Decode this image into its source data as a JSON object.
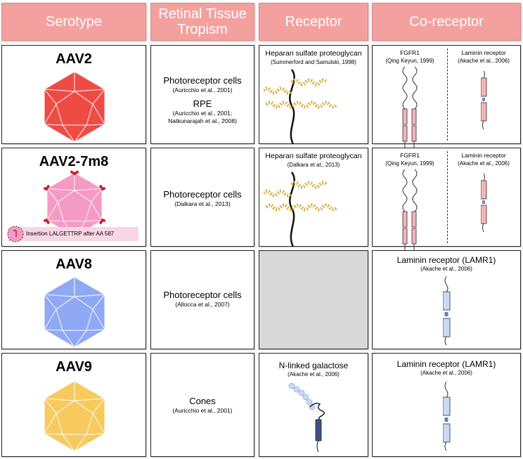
{
  "headers": {
    "serotype": "Serotype",
    "tropism": "Retinal Tissue Tropism",
    "receptor": "Receptor",
    "coreceptor": "Co-receptor"
  },
  "rows": [
    {
      "serotype": "AAV2",
      "color": "#ee4b45",
      "tropism": [
        {
          "text": "Photoreceptor cells",
          "cite": "(Auricchio et al., 2001)"
        },
        {
          "text": "RPE",
          "cite": "(Auricchio et al., 2001; Natkunarajah et al., 2008)"
        }
      ],
      "receptor": {
        "title": "Heparan sulfate proteoglycan",
        "cite": "(Summerford and Samulski, 1998)"
      },
      "coreceptor": [
        {
          "title": "FGFR1",
          "cite": "(Qing Keyun, 1999)"
        },
        {
          "title": "Laminin receptor",
          "cite": "(Akache et al., 2006)"
        }
      ]
    },
    {
      "serotype": "AAV2-7m8",
      "color": "#f49bc4",
      "insertion_note": "Insertion LALGETTRP after AA 587",
      "tropism": [
        {
          "text": "Photoreceptor cells",
          "cite": "(Dalkara et al., 2013)"
        }
      ],
      "receptor": {
        "title": "Heparan sulfate proteoglycan",
        "cite": "(Dalkara et al., 2013)"
      },
      "coreceptor": [
        {
          "title": "FGFR1",
          "cite": "(Qing Keyun, 1999)"
        },
        {
          "title": "Laminin receptor",
          "cite": "(Akache et al., 2006)"
        }
      ]
    },
    {
      "serotype": "AAV8",
      "color": "#8fa9f4",
      "tropism": [
        {
          "text": "Photoreceptor cells",
          "cite": "(Allocca et al., 2007)"
        }
      ],
      "coreceptor": [
        {
          "title": "Laminin receptor (LAMR1)",
          "cite": "(Akache et al., 2006)"
        }
      ]
    },
    {
      "serotype": "AAV9",
      "color": "#f7ca5e",
      "tropism": [
        {
          "text": "Cones",
          "cite": "(Auricchio et al., 2001)"
        }
      ],
      "receptor": {
        "title": "N-linked galactose",
        "cite": "(Akache et al., 2006)"
      },
      "coreceptor": [
        {
          "title": "Laminin receptor (LAMR1)",
          "cite": "(Akache et al., 2006)"
        }
      ]
    }
  ]
}
